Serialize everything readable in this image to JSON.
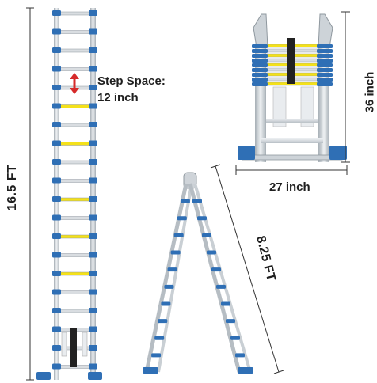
{
  "labels": {
    "step_space_line1": "Step Space:",
    "step_space_line2": "12 inch",
    "height_extended": "16.5 FT",
    "height_a_frame": "36 inch",
    "width_a_frame": "27 inch",
    "length_a_frame_leg": "8.25 FT"
  },
  "colors": {
    "rail": "#cfd4d9",
    "rail_shade": "#9aa3ab",
    "cap_blue": "#2f6fb5",
    "rung_yellow": "#f4e11a",
    "rung_silver": "#d9dde1",
    "red_marker": "#d62a2a",
    "strap": "#222222",
    "dimension_line": "#333333"
  },
  "icons": {
    "step_space_marker": "red-double-arrow-icon"
  }
}
